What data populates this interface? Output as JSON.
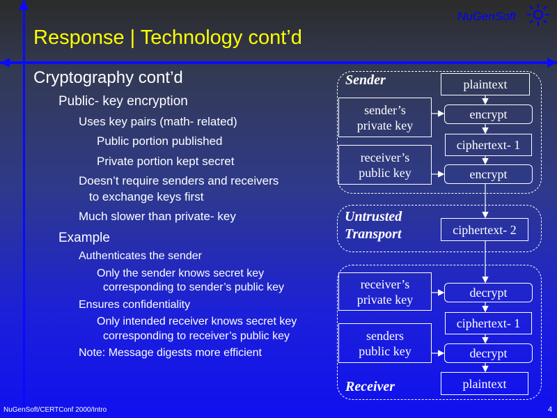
{
  "header": {
    "title": "Response | Technology cont’d",
    "logo_text": "NuGenSoft",
    "logo_icon": "sun-icon"
  },
  "bullets": {
    "b0": "Cryptography cont’d",
    "b1": "Public- key encryption",
    "b2": "Uses key pairs (math- related)",
    "b3": "Public portion published",
    "b4": "Private portion kept secret",
    "b5a": "Doesn’t require senders and receivers",
    "b5b": "to exchange keys first",
    "b6": "Much slower than private- key",
    "b7": "Example",
    "b8": "Authenticates the sender",
    "b9a": "Only the sender knows secret key",
    "b9b": "corresponding to sender’s public key",
    "b10": "Ensures confidentiality",
    "b11a": "Only intended receiver knows secret key",
    "b11b": "corresponding to receiver’s public key",
    "b12": "Note: Message digests more efficient"
  },
  "diagram": {
    "sender_label": "Sender",
    "transport_label_1": "Untrusted",
    "transport_label_2": "Transport",
    "receiver_label": "Receiver",
    "plaintext_top": "plaintext",
    "senders_private_key_1": "sender’s",
    "senders_private_key_2": "private key",
    "encrypt1": "encrypt",
    "ciphertext1_top": "ciphertext- 1",
    "receivers_public_key_1": "receiver’s",
    "receivers_public_key_2": "public key",
    "encrypt2": "encrypt",
    "ciphertext2": "ciphertext- 2",
    "receivers_private_key_1": "receiver’s",
    "receivers_private_key_2": "private key",
    "decrypt1": "decrypt",
    "ciphertext1_bottom": "ciphertext- 1",
    "senders_public_key_1": "senders",
    "senders_public_key_2": "public key",
    "decrypt2": "decrypt",
    "plaintext_bottom": "plaintext"
  },
  "footer": {
    "source": "NuGenSoft/CERTConf 2000/Intro",
    "page_number": "4"
  }
}
